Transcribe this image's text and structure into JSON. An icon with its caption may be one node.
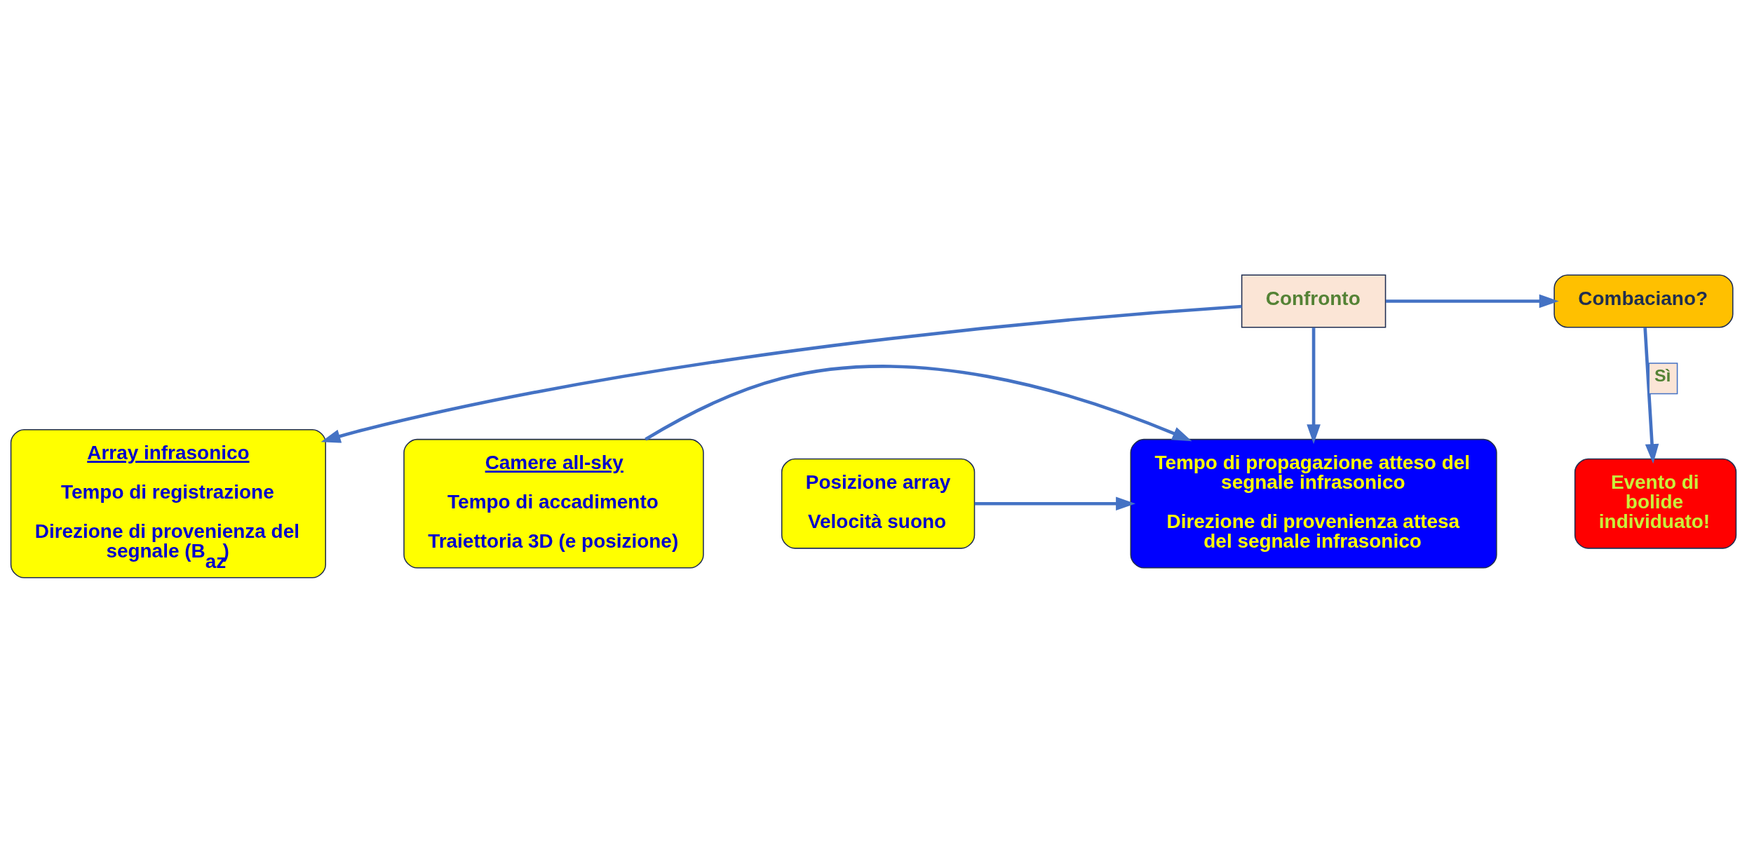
{
  "diagram": {
    "nodes": [
      {
        "text": [
          "Camere all-sky",
          "Tempo di accadimento",
          "Traiettoria 3D (e posizione)"
        ]
      },
      {
        "text": [
          "Posizione array",
          "Velocità suono"
        ]
      },
      {
        "text": [
          "Tempo di propagazione atteso del segnale infrasonico",
          "Direzione di provenienza attesa del segnale infrasonico"
        ]
      },
      {
        "text": [
          "Combaciano?"
        ]
      },
      {
        "text": [
          "Confronto"
        ]
      },
      {
        "text": [
          "Array infrasonico",
          "Tempo di registrazione",
          "Direzione di provenienza del segnale (B$_{az}$)"
        ]
      },
      {
        "text": [
          "Evento di bolide individuato!"
        ]
      }
    ],
    "edges": [
      {
        "from": 0,
        "to": 2,
        "arrow": "to"
      },
      {
        "from": 1,
        "to": 2,
        "arrow": "to"
      },
      {
        "from": 4,
        "to": 2,
        "arrow": "to"
      },
      {
        "from": 4,
        "to": 5,
        "arrow": "to"
      },
      {
        "from": 4,
        "to": 3,
        "arrow": "to"
      },
      {
        "from": 3,
        "to": 6,
        "arrow": "to",
        "label": "Sì"
      }
    ]
  }
}
